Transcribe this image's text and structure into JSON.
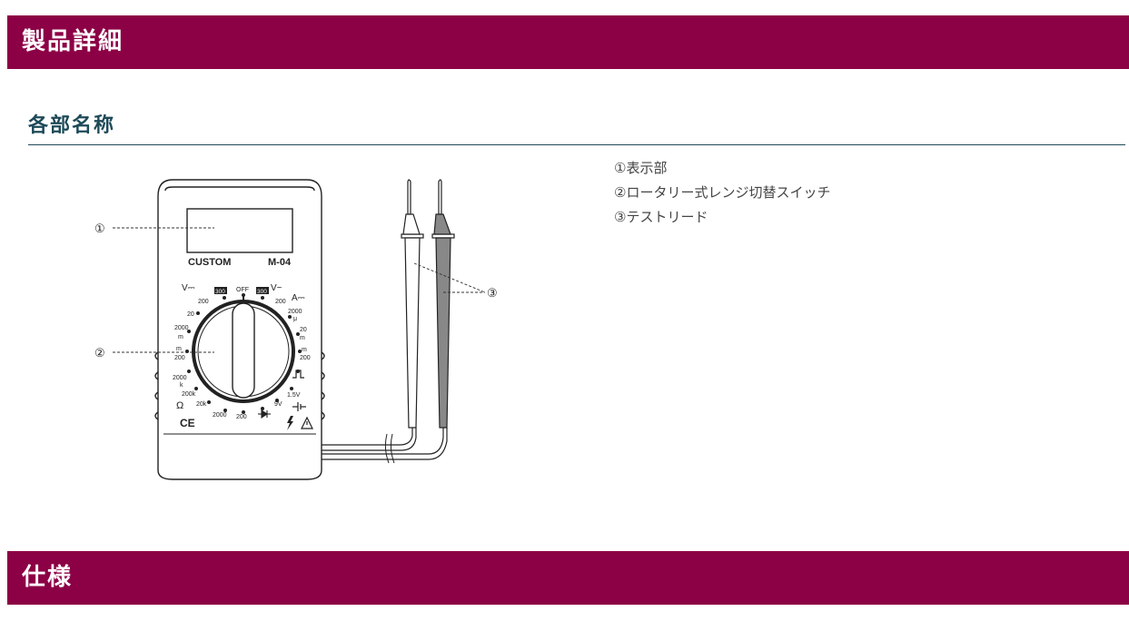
{
  "sections": {
    "product_detail": "製品詳細",
    "part_names": "各部名称",
    "spec": "仕様"
  },
  "parts": [
    "①表示部",
    "②ロータリー式レンジ切替スイッチ",
    "③テストリード"
  ],
  "diagram": {
    "callout_1": "①",
    "callout_2": "②",
    "callout_3": "③",
    "brand": "CUSTOM",
    "model": "M-04",
    "dial_labels": {
      "v_dc": "V⎓",
      "v_ac": "V~",
      "a_dc": "A⎓",
      "off": "OFF",
      "badge_left": "300",
      "badge_right": "300",
      "l200a": "200",
      "l20": "20",
      "l2000m": "2000",
      "lm1": "m",
      "lm2": "m",
      "l200b": "200",
      "l2000k": "2000",
      "lk": "k",
      "l200k": "200k",
      "ohm": "Ω",
      "l20k": "20k",
      "l2000b": "2000",
      "l200c": "200",
      "r200": "200",
      "r2000": "2000",
      "mu": "μ",
      "r20": "20",
      "rm1": "m",
      "rm2": "m",
      "r200b": "200",
      "v15": "1.5V",
      "v9": "9V",
      "ce": "CE"
    }
  }
}
